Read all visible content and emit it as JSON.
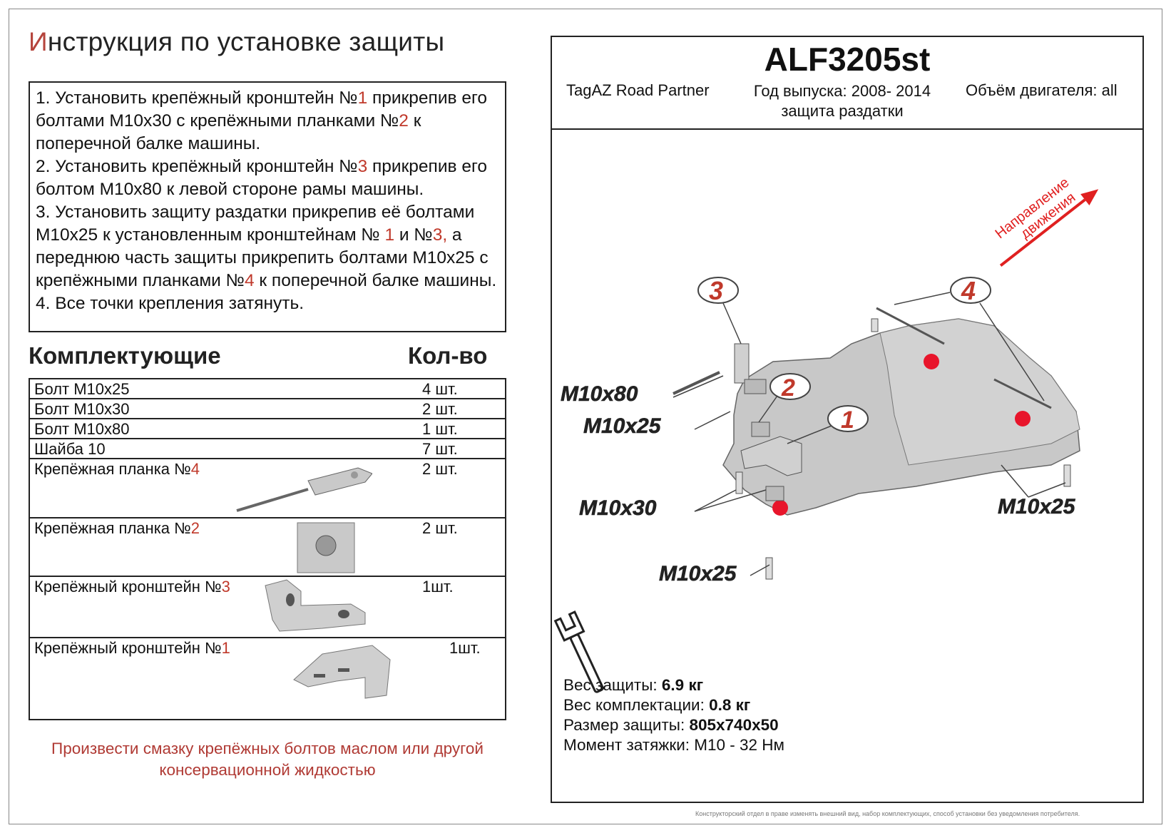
{
  "title": {
    "first_letter": "И",
    "rest": "нструкция по установке защиты"
  },
  "instructions": [
    {
      "parts": [
        {
          "t": "1.  Установить крепёжный кронштейн №",
          "r": false
        },
        {
          "t": "1",
          "r": true
        },
        {
          "t": " прикрепив его болтами М10х30 с крепёжными планками №",
          "r": false
        },
        {
          "t": "2",
          "r": true
        },
        {
          "t": " к поперечной балке машины.",
          "r": false
        }
      ]
    },
    {
      "parts": [
        {
          "t": "2.  Установить крепёжный кронштейн №",
          "r": false
        },
        {
          "t": "3",
          "r": true
        },
        {
          "t": " прикрепив его болтом М10х80 к левой стороне рамы машины.",
          "r": false
        }
      ]
    },
    {
      "parts": [
        {
          "t": "3.  Установить защиту раздатки прикрепив её болтами М10х25 к установленным кронштейнам № ",
          "r": false
        },
        {
          "t": "1",
          "r": true
        },
        {
          "t": " и №",
          "r": false
        },
        {
          "t": "3,",
          "r": true
        },
        {
          "t": " а переднюю часть защиты прикрепить болтами М10х25 с крепёжными планками №",
          "r": false
        },
        {
          "t": "4",
          "r": true
        },
        {
          "t": " к поперечной балке машины.",
          "r": false
        }
      ]
    },
    {
      "parts": [
        {
          "t": "4.  Все точки крепления затянуть.",
          "r": false
        }
      ]
    }
  ],
  "parts_header": {
    "name": "Комплектующие",
    "qty": "Кол-во"
  },
  "parts": [
    {
      "name": "Болт М10х25",
      "num": "",
      "qty": "4 шт."
    },
    {
      "name": "Болт М10х30",
      "num": "",
      "qty": "2 шт."
    },
    {
      "name": "Болт М10х80",
      "num": "",
      "qty": "1 шт."
    },
    {
      "name": "Шайба 10",
      "num": "",
      "qty": "7 шт."
    },
    {
      "name": "Крепёжная планка №",
      "num": "4",
      "qty": "2 шт."
    },
    {
      "name": "Крепёжная планка №",
      "num": "2",
      "qty": "2 шт."
    },
    {
      "name": "Крепёжный кронштейн №",
      "num": "3",
      "qty": "1шт."
    },
    {
      "name": "Крепёжный кронштейн №",
      "num": "1",
      "qty": "1шт."
    }
  ],
  "note": "Произвести смазку крепёжных болтов маслом или другой консервационной жидкостью",
  "product": {
    "code": "ALF3205st",
    "model": "TagAZ Road Partner",
    "year": "Год выпуска: 2008- 2014",
    "type": "защита раздатки",
    "engine": "Объём двигателя: all"
  },
  "diagram": {
    "direction": [
      "Направление",
      "движения"
    ],
    "callouts": [
      "1",
      "2",
      "3",
      "4"
    ],
    "bolt_labels": [
      "M10x80",
      "M10x25",
      "M10x30",
      "M10x25",
      "M10x25"
    ]
  },
  "specs": [
    {
      "label": "Вес защиты: ",
      "value": "6.9 кг"
    },
    {
      "label": "Вес комплектации: ",
      "value": "0.8 кг"
    },
    {
      "label": "Размер защиты: ",
      "value": "805х740х50"
    },
    {
      "label": "Момент затяжки:  ",
      "value": "М10 - 32 Нм",
      "plain": true
    }
  ],
  "footnote": "Конструкторский отдел в праве изменять внешний вид, набор комплектующих, способ установки без уведомления потребителя.",
  "colors": {
    "accent_red": "#c0392b",
    "plate": "#c9c9c9",
    "mount_red": "#e8152b"
  }
}
